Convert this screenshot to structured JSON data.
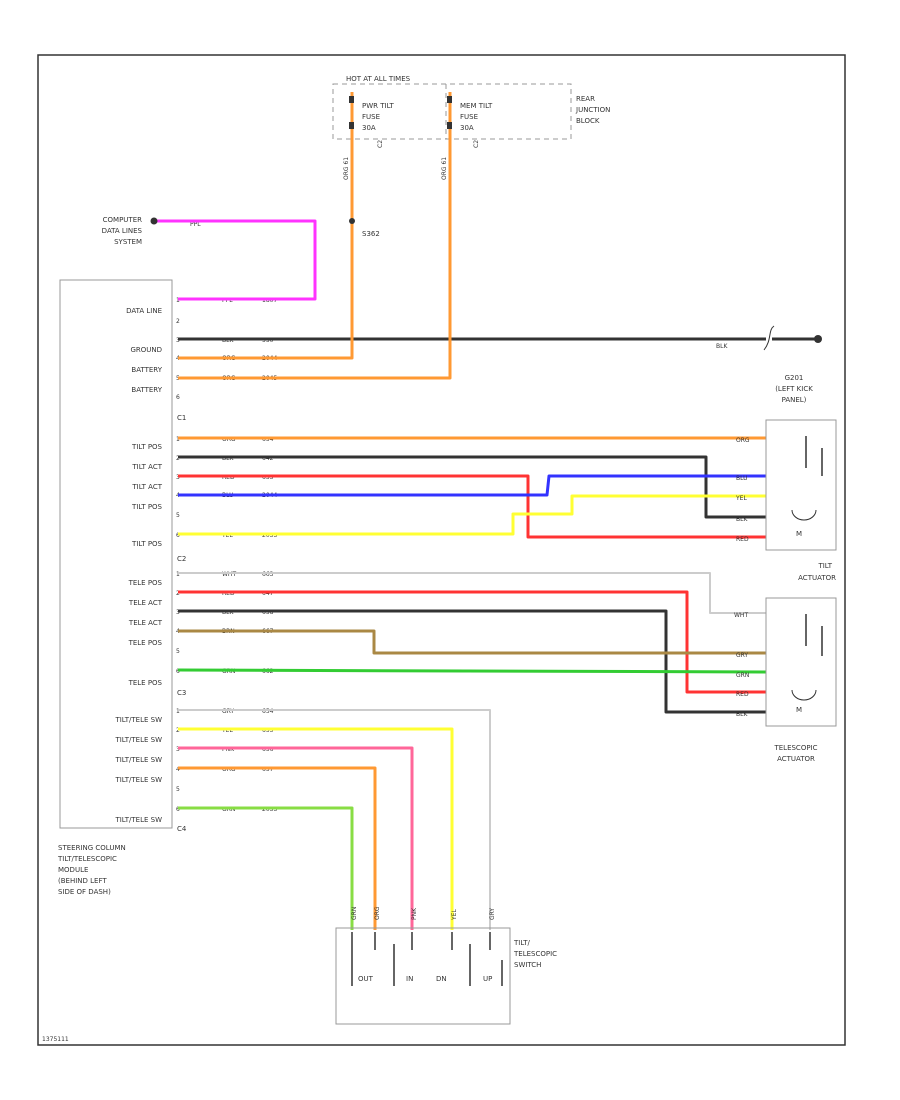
{
  "colors": {
    "frame": "#333333",
    "box": "#999999",
    "text": "#333333",
    "PPL": "#ff33ff",
    "ORG": "#ff9933",
    "BLK": "#333333",
    "RED": "#ff3333",
    "BLU": "#3333ff",
    "YEL": "#ffff33",
    "WHT": "#cccccc",
    "BRN": "#aa8844",
    "GRN": "#33cc33",
    "GRY": "#bbbbbb",
    "PNK": "#ff66aa",
    "LTGRN": "#88dd44"
  },
  "junction": {
    "title": "HOT AT ALL TIMES",
    "fuse1": [
      "PWR TILT",
      "FUSE",
      "30A"
    ],
    "fuse2": [
      "MEM TILT",
      "FUSE",
      "30A"
    ],
    "fuse1_pin": "C2",
    "fuse2_pin": "C2",
    "block_label": [
      "REAR",
      "JUNCTION",
      "BLOCK"
    ],
    "wire1": "ORG 61",
    "wire2": "ORG 61",
    "splice": "S362"
  },
  "data_lines": {
    "label": [
      "COMPUTER",
      "DATA LINES",
      "SYSTEM"
    ],
    "wire": "PPL"
  },
  "module": {
    "label": [
      "STEERING COLUMN",
      "TILT/TELESCOPIC",
      "MODULE",
      "(BEHIND LEFT",
      "SIDE OF DASH)"
    ]
  },
  "ground": {
    "label": [
      "G201",
      "(LEFT KICK",
      "PANEL)"
    ],
    "wire": "BLK"
  },
  "tilt_actuator": {
    "label": [
      "TILT",
      "ACTUATOR"
    ],
    "motor": "M"
  },
  "tele_actuator": {
    "label": [
      "TELESCOPIC",
      "ACTUATOR"
    ],
    "motor": "M"
  },
  "switch": {
    "label": [
      "TILT/",
      "TELESCOPIC",
      "SWITCH"
    ],
    "positions": [
      "OUT",
      "IN",
      "DN",
      "UP"
    ],
    "pin_labels": [
      "GRN",
      "ORG",
      "PNK",
      "YEL",
      "GRY"
    ]
  },
  "connectors": {
    "c1": "C1",
    "c2": "C2",
    "c3": "C3",
    "c4": "C4"
  },
  "pins": [
    {
      "label": "DATA LINE",
      "pin": "1",
      "color": "PPL",
      "circuit": "1807"
    },
    {
      "label": "",
      "pin": "2",
      "color": "",
      "circuit": ""
    },
    {
      "label": "",
      "pin": "3",
      "color": "BLK",
      "circuit": "550"
    },
    {
      "label": "GROUND",
      "pin": "4",
      "color": "ORG",
      "circuit": "2044"
    },
    {
      "label": "BATTERY",
      "pin": "5",
      "color": "ORG",
      "circuit": "2045"
    },
    {
      "label": "BATTERY",
      "pin": "6",
      "color": "",
      "circuit": ""
    },
    {
      "label": "TILT POS",
      "pin": "1",
      "color": "ORG",
      "circuit": "654"
    },
    {
      "label": "TILT ACT",
      "pin": "2",
      "color": "BLK",
      "circuit": "642"
    },
    {
      "label": "TILT ACT",
      "pin": "3",
      "color": "RED",
      "circuit": "633"
    },
    {
      "label": "TILT POS",
      "pin": "4",
      "color": "BLU",
      "circuit": "2044"
    },
    {
      "label": "",
      "pin": "5",
      "color": "",
      "circuit": ""
    },
    {
      "label": "TILT POS",
      "pin": "6",
      "color": "YEL",
      "circuit": "2033"
    },
    {
      "label": "TELE POS",
      "pin": "1",
      "color": "WHT",
      "circuit": "663"
    },
    {
      "label": "TELE ACT",
      "pin": "2",
      "color": "RED",
      "circuit": "647"
    },
    {
      "label": "TELE ACT",
      "pin": "3",
      "color": "BLK",
      "circuit": "658"
    },
    {
      "label": "TELE POS",
      "pin": "4",
      "color": "BRN",
      "circuit": "667"
    },
    {
      "label": "",
      "pin": "5",
      "color": "",
      "circuit": ""
    },
    {
      "label": "TELE POS",
      "pin": "6",
      "color": "GRN",
      "circuit": "662"
    },
    {
      "label": "TILT/TELE SW",
      "pin": "1",
      "color": "GRY",
      "circuit": "654"
    },
    {
      "label": "TILT/TELE SW",
      "pin": "2",
      "color": "YEL",
      "circuit": "655"
    },
    {
      "label": "TILT/TELE SW",
      "pin": "3",
      "color": "PNK",
      "circuit": "656"
    },
    {
      "label": "TILT/TELE SW",
      "pin": "4",
      "color": "ORG",
      "circuit": "657"
    },
    {
      "label": "",
      "pin": "5",
      "color": "",
      "circuit": ""
    },
    {
      "label": "TILT/TELE SW",
      "pin": "6",
      "color": "GRN",
      "circuit": "2033"
    }
  ],
  "end_labels": {
    "tilt": [
      "ORG",
      "BLU",
      "YEL",
      "BLK",
      "RED"
    ],
    "tele": [
      "WHT",
      "GRY",
      "GRN",
      "RED",
      "BLK"
    ]
  },
  "footer": "1375111"
}
